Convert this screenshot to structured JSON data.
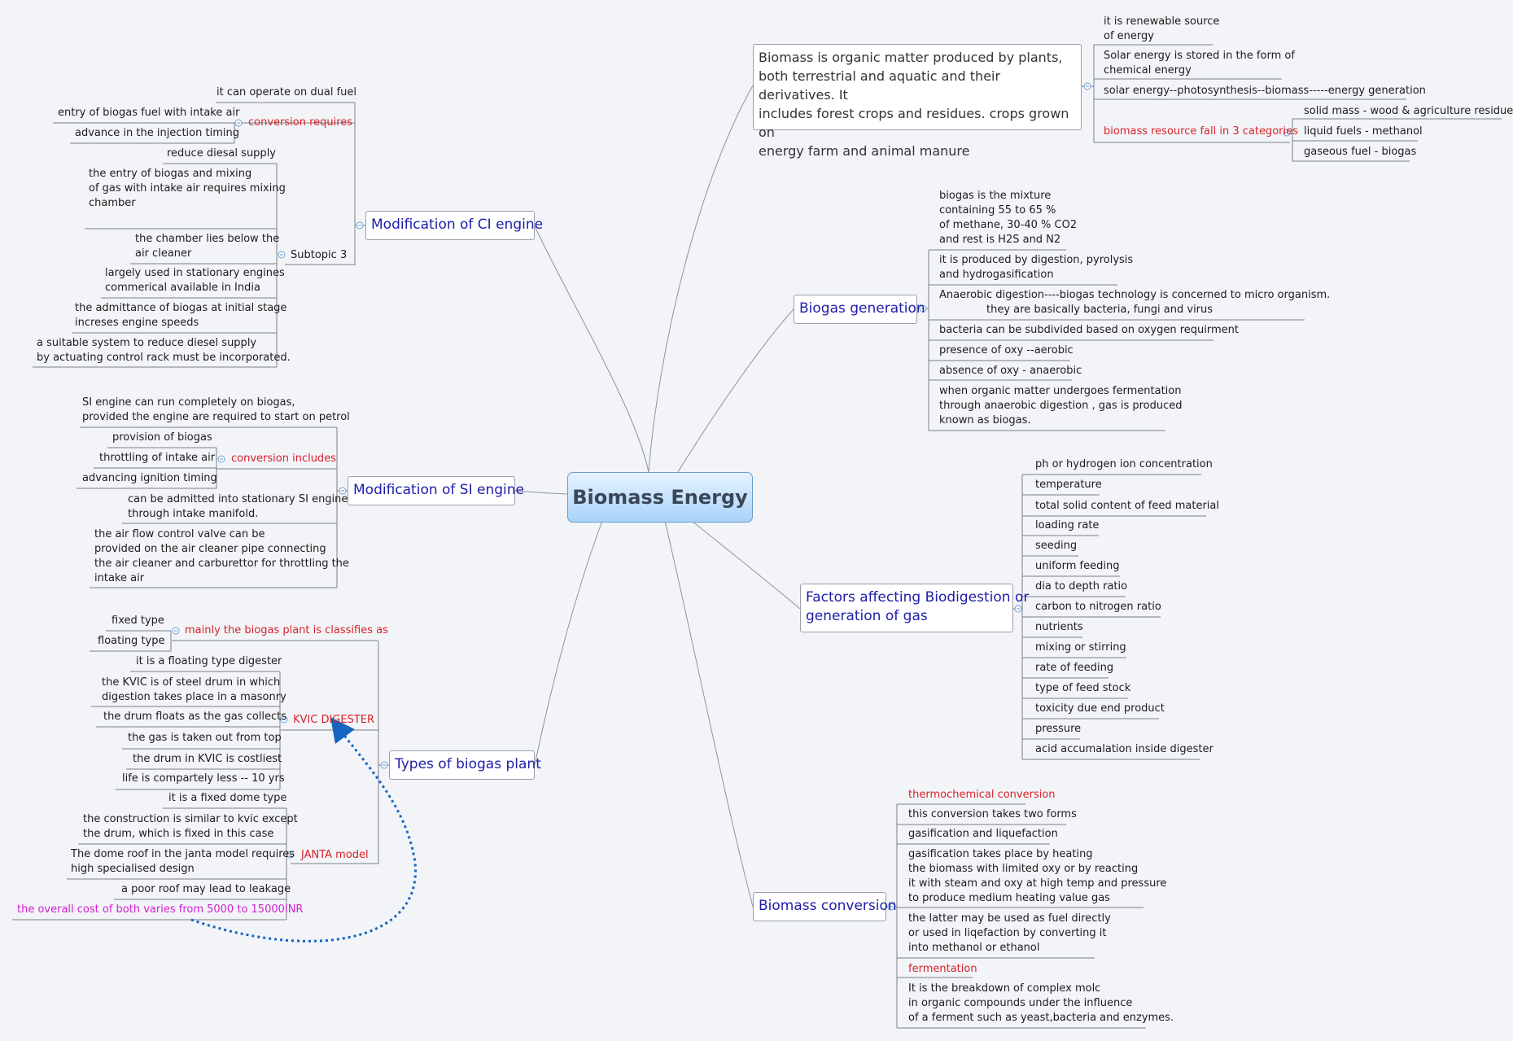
{
  "center": "Biomass Energy",
  "intro": {
    "text": [
      "Biomass is organic matter produced by plants,",
      "both terrestrial and aquatic and their derivatives. It",
      "includes forest crops and residues. crops grown on",
      "energy farm and animal manure"
    ],
    "renewable": [
      "it is renewable source",
      "of energy"
    ],
    "solar_stored": [
      "Solar energy is stored in the form of",
      "chemical energy"
    ],
    "chain": "solar energy--photosynthesis--biomass-----energy generation",
    "categories_label": "biomass resource fall in 3 categories",
    "categories": [
      "solid mass - wood & agriculture residue",
      "liquid fuels - methanol",
      "gaseous fuel - biogas"
    ]
  },
  "biogas_generation": {
    "label": "Biogas generation",
    "mixture": [
      "biogas is the mixture",
      "containing 55 to 65 %",
      "of methane, 30-40 % CO2",
      "and rest is H2S and N2"
    ],
    "produced": [
      "it is produced by digestion, pyrolysis",
      "and hydrogasification"
    ],
    "anaerobic": [
      "Anaerobic digestion----biogas technology is concerned to micro organism.",
      "they are basically bacteria, fungi and virus"
    ],
    "bacteria": "bacteria can be subdivided based on oxygen requirment",
    "presence": "presence of oxy --aerobic",
    "absence": "absence of oxy - anaerobic",
    "fermentation": [
      "when organic matter undergoes fermentation",
      "through anaerobic digestion , gas is produced",
      "known as biogas."
    ]
  },
  "factors": {
    "label": [
      "Factors affecting Biodigestion or",
      "generation of gas"
    ],
    "items": [
      "ph or hydrogen ion concentration",
      "temperature",
      "total solid content of feed material",
      "loading rate",
      "seeding",
      "uniform feeding",
      "dia to depth ratio",
      "carbon to nitrogen ratio",
      "nutrients",
      "mixing or stirring",
      "rate of feeding",
      "type of feed stock",
      "toxicity due end product",
      "pressure",
      "acid accumalation inside digester"
    ]
  },
  "conversion": {
    "label": "Biomass conversion",
    "thermo": "thermochemical conversion",
    "two_forms": "this conversion takes two forms",
    "gas_liq": "gasification and liquefaction",
    "gasification": [
      "gasification takes place by heating",
      "the biomass with limited oxy or by reacting",
      "it with steam and oxy at high temp and pressure",
      "to produce medium heating value gas"
    ],
    "latter": [
      "the latter may be used as fuel directly",
      "or used in liqefaction by converting it",
      "into methanol or ethanol"
    ],
    "fermentation": "fermentation",
    "breakdown": [
      "It is the breakdown of complex molc",
      "in organic compounds under the influence",
      "of a ferment such as yeast,bacteria and enzymes."
    ]
  },
  "ci_engine": {
    "label": "Modification of CI engine",
    "dual_fuel": "it can operate on dual fuel",
    "conversion_requires": "conversion requires",
    "entry_fuel": "entry of biogas fuel with intake air",
    "advance_injection": "advance in the injection timing",
    "subtopic": "Subtopic 3",
    "reduce_diesel": "reduce diesal supply",
    "mixing": [
      "the entry of biogas and mixing",
      "of gas with intake air requires mixing",
      "chamber"
    ],
    "chamber": [
      "the chamber lies below the",
      "air cleaner"
    ],
    "stationary": [
      "largely used in stationary engines",
      "commerical available in India"
    ],
    "admittance": [
      "the admittance of biogas at initial stage",
      "increses engine speeds"
    ],
    "suitable": [
      "a suitable system to reduce diesel supply",
      "by actuating control rack must be incorporated."
    ]
  },
  "si_engine": {
    "label": "Modification of SI engine",
    "run_completely": [
      "SI engine can run completely on biogas,",
      "provided the engine are required to start on petrol"
    ],
    "conversion_includes": "conversion includes",
    "provision": "provision of biogas",
    "throttling": "throttling of intake air",
    "advancing": "advancing ignition timing",
    "admitted": [
      "can be admitted into stationary SI engine",
      "through intake manifold."
    ],
    "air_flow": [
      "the air flow control valve can be",
      "provided on the air cleaner pipe connecting",
      "the air cleaner and carburettor for throttling the",
      "intake air"
    ]
  },
  "plant_types": {
    "label": "Types of biogas plant",
    "classifies": "mainly the biogas plant is classifies as",
    "fixed": "fixed type",
    "floating": "floating type",
    "kvic": "KVIC DIGESTER",
    "kvic_items": {
      "a": "it is a floating type digester",
      "b": [
        "the KVIC is of steel drum in which",
        "digestion takes place in a masonry"
      ],
      "c": "the drum floats as the gas collects",
      "d": "the gas is taken out from top",
      "e": "the drum in KVIC is costliest",
      "f": "life is compartely less -- 10 yrs"
    },
    "janta": "JANTA model",
    "janta_items": {
      "a": "it is a fixed dome type",
      "b": [
        "the construction is similar to kvic except",
        "the drum, which is fixed in this case"
      ],
      "c": [
        "The dome roof in the janta model requires",
        "high specialised design"
      ],
      "d": "a poor roof may lead to leakage"
    },
    "overall_cost": "the overall cost of both varies from 5000 to 15000INR"
  }
}
